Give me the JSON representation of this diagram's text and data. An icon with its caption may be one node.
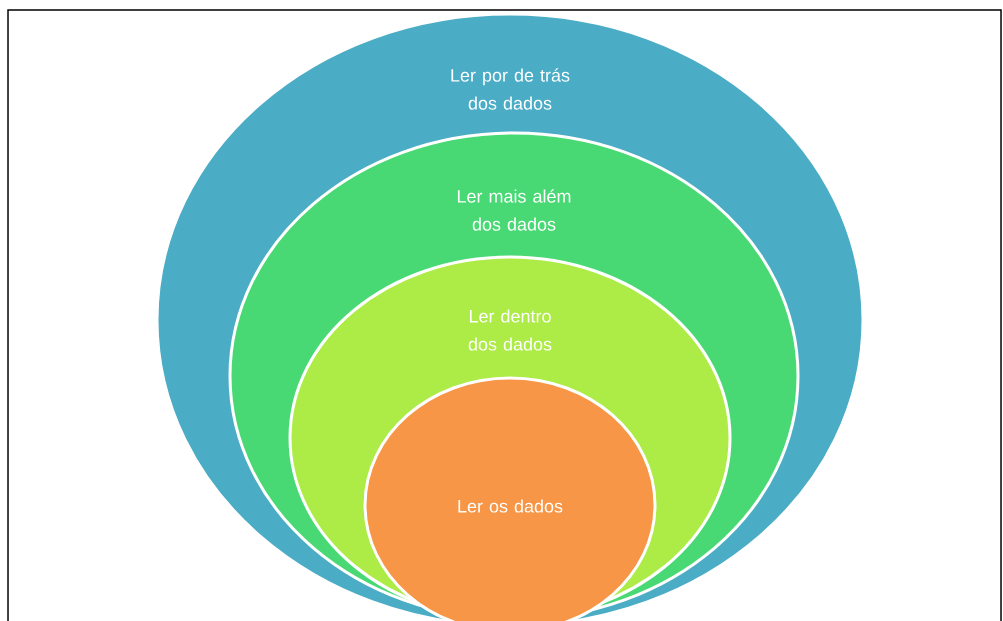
{
  "diagram": {
    "nodes": [
      {
        "text": [
          "Ler por de trás dos dados"
        ]
      },
      {
        "text": [
          "Ler mais além dos dados"
        ],
        "in": 0
      },
      {
        "text": [
          "Ler dentro dos dados"
        ],
        "in": 1
      },
      {
        "text": [
          "Ler os dados"
        ],
        "in": 2
      }
    ]
  }
}
